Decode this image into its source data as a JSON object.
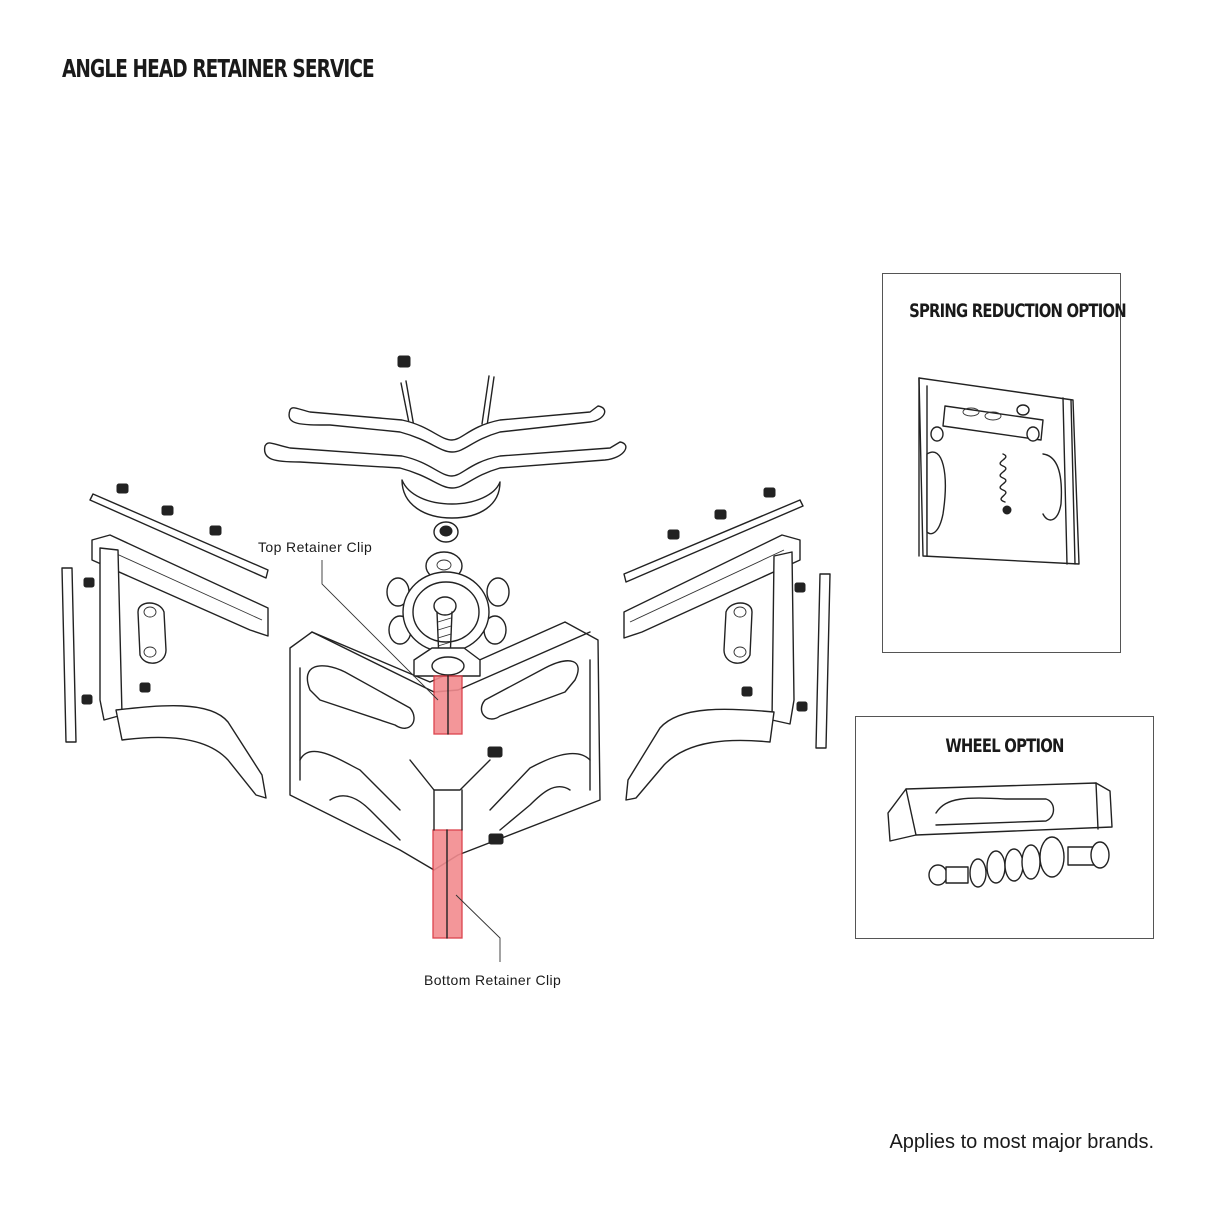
{
  "title": "ANGLE HEAD RETAINER SERVICE",
  "labels": {
    "top_clip": "Top Retainer Clip",
    "bottom_clip": "Bottom Retainer Clip"
  },
  "options": {
    "spring": {
      "title": "SPRING REDUCTION OPTION"
    },
    "wheel": {
      "title": "WHEEL OPTION"
    }
  },
  "footer": "Applies to most major brands.",
  "colors": {
    "highlight": "#f28b8f",
    "line": "#222222"
  }
}
